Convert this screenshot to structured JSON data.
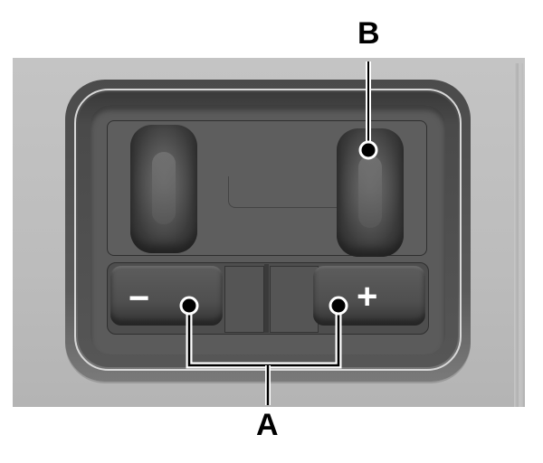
{
  "figure": {
    "subject": "trailer brake controller panel",
    "colors": {
      "background": "#ffffff",
      "panel": "#bfbfbf",
      "bezel": "#4e4e4e",
      "control": "#3e3e3e",
      "glyph": "#ffffff",
      "callout_line": "#000000"
    }
  },
  "controls": {
    "left_rocker": {
      "name": "left-rocker-switch"
    },
    "right_rocker": {
      "name": "right-rocker-switch"
    },
    "minus_button": {
      "glyph": "−"
    },
    "plus_button": {
      "glyph": "+"
    }
  },
  "callouts": {
    "A": {
      "label": "A",
      "targets": [
        "minus_button",
        "plus_button"
      ]
    },
    "B": {
      "label": "B",
      "targets": [
        "right_rocker"
      ]
    }
  }
}
